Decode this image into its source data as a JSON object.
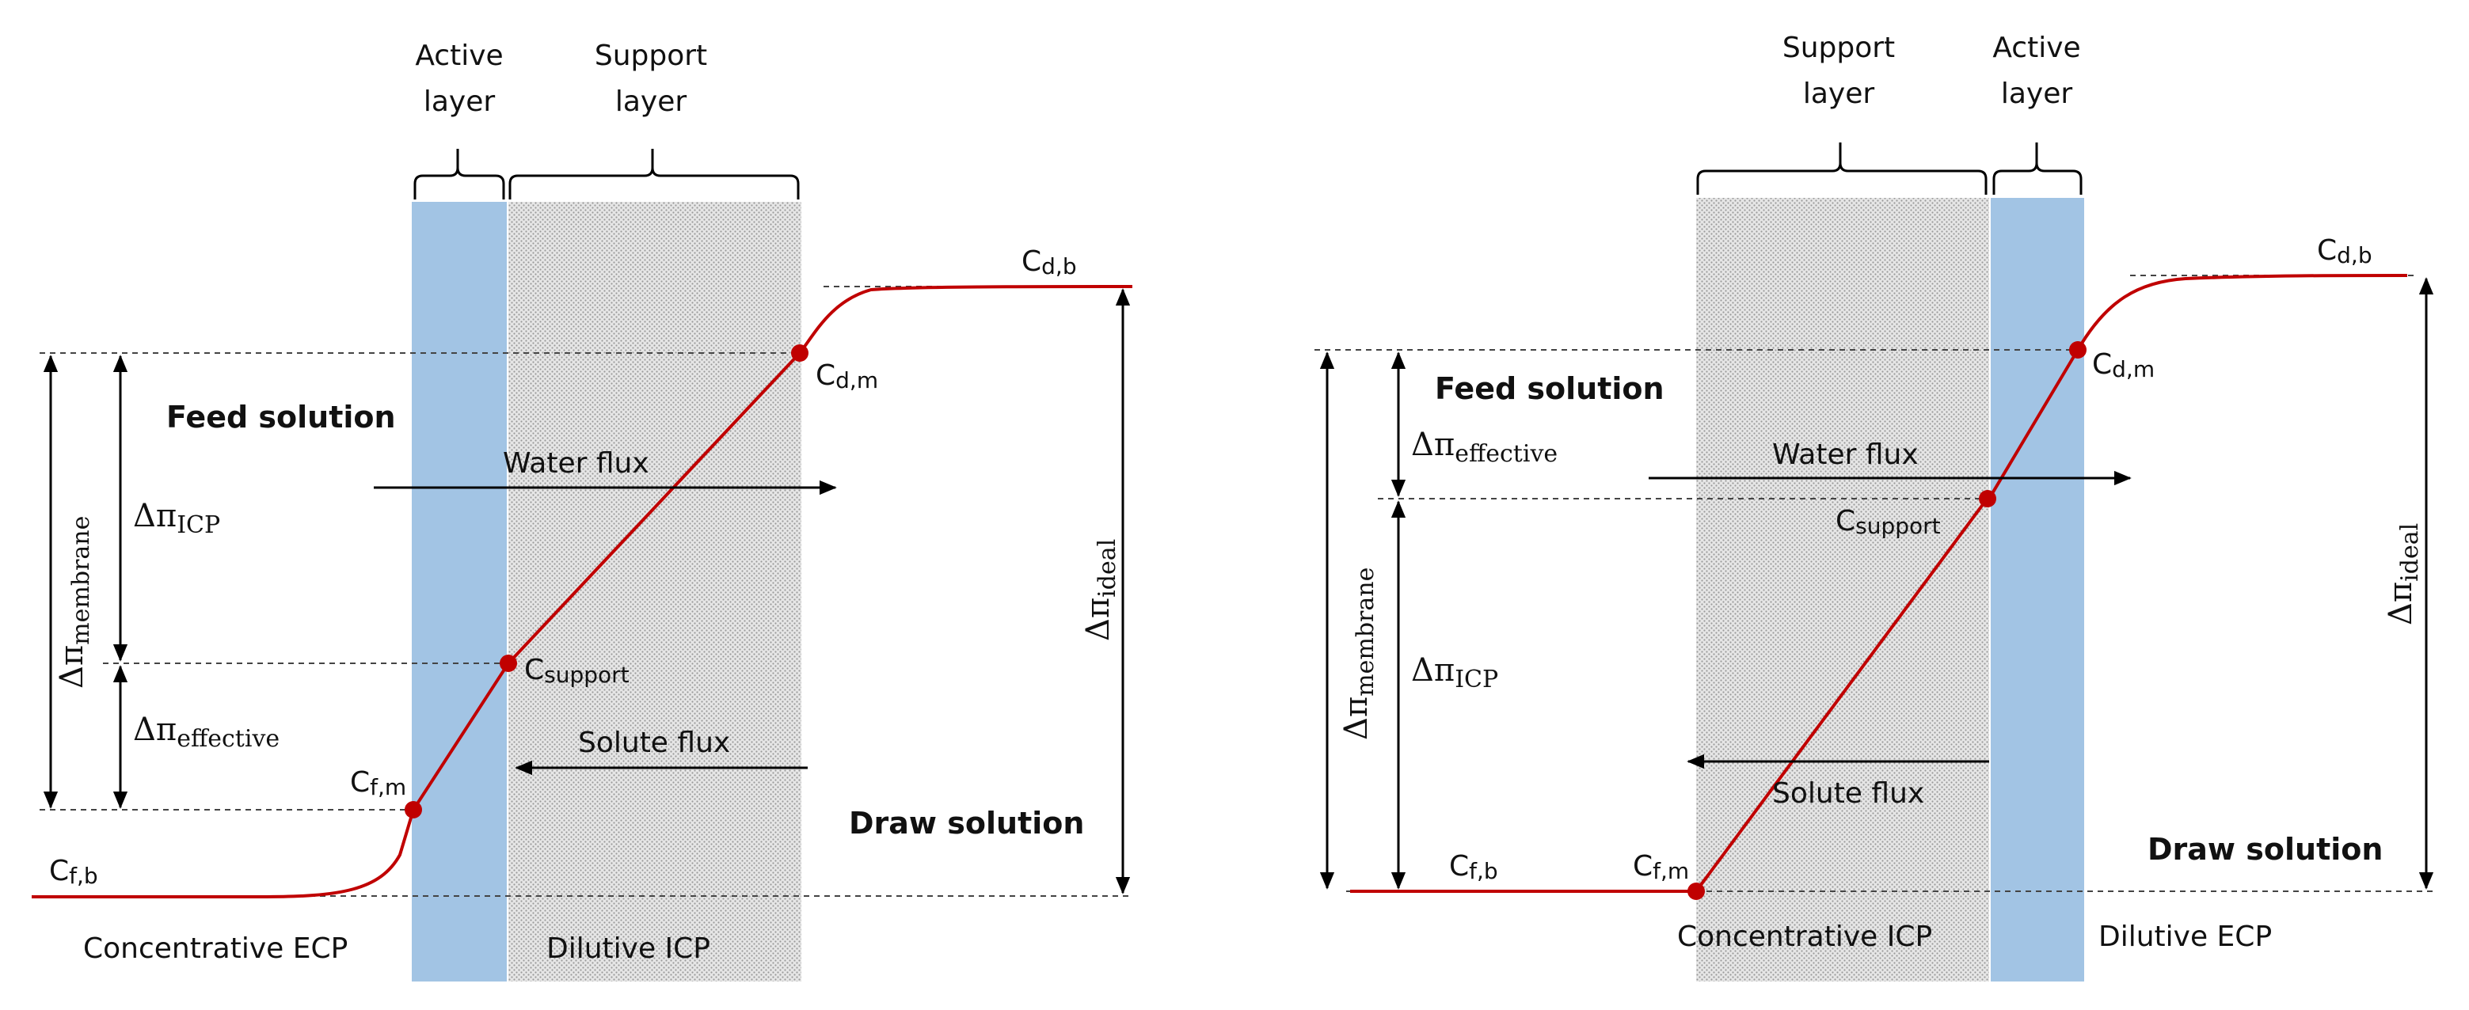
{
  "colors": {
    "active_layer": "#a2c4e4",
    "support_layer": "#d0d0d0",
    "profile_line": "#c00000",
    "points": "#c00000"
  },
  "left_panel": {
    "header_active": [
      "Active",
      "layer"
    ],
    "header_support": [
      "Support",
      "layer"
    ],
    "feed_solution": "Feed solution",
    "draw_solution": "Draw solution",
    "water_flux": "Water flux",
    "solute_flux": "Solute flux",
    "bottom_left": "Concentrative ECP",
    "bottom_right": "Dilutive ICP",
    "c_fb": {
      "main": "C",
      "sub": "f,b"
    },
    "c_fm": {
      "main": "C",
      "sub": "f,m"
    },
    "c_support": {
      "main": "C",
      "sub": "support"
    },
    "c_dm": {
      "main": "C",
      "sub": "d,m"
    },
    "c_db": {
      "main": "C",
      "sub": "d,b"
    },
    "dpi_membrane": {
      "main": "Δπ",
      "sub": "membrane"
    },
    "dpi_icp": {
      "main": "Δπ",
      "sub": "ICP"
    },
    "dpi_effective": {
      "main": "Δπ",
      "sub": "effective"
    },
    "dpi_ideal": {
      "main": "Δπ",
      "sub": "ideal"
    }
  },
  "right_panel": {
    "header_support": [
      "Support",
      "layer"
    ],
    "header_active": [
      "Active",
      "layer"
    ],
    "feed_solution": "Feed solution",
    "draw_solution": "Draw solution",
    "water_flux": "Water flux",
    "solute_flux": "Solute flux",
    "bottom_left": "Concentrative ICP",
    "bottom_right": "Dilutive ECP",
    "c_fb": {
      "main": "C",
      "sub": "f,b"
    },
    "c_fm": {
      "main": "C",
      "sub": "f,m"
    },
    "c_support": {
      "main": "C",
      "sub": "support"
    },
    "c_dm": {
      "main": "C",
      "sub": "d,m"
    },
    "c_db": {
      "main": "C",
      "sub": "d,b"
    },
    "dpi_membrane": {
      "main": "Δπ",
      "sub": "membrane"
    },
    "dpi_icp": {
      "main": "Δπ",
      "sub": "ICP"
    },
    "dpi_effective": {
      "main": "Δπ",
      "sub": "effective"
    },
    "dpi_ideal": {
      "main": "Δπ",
      "sub": "ideal"
    }
  }
}
